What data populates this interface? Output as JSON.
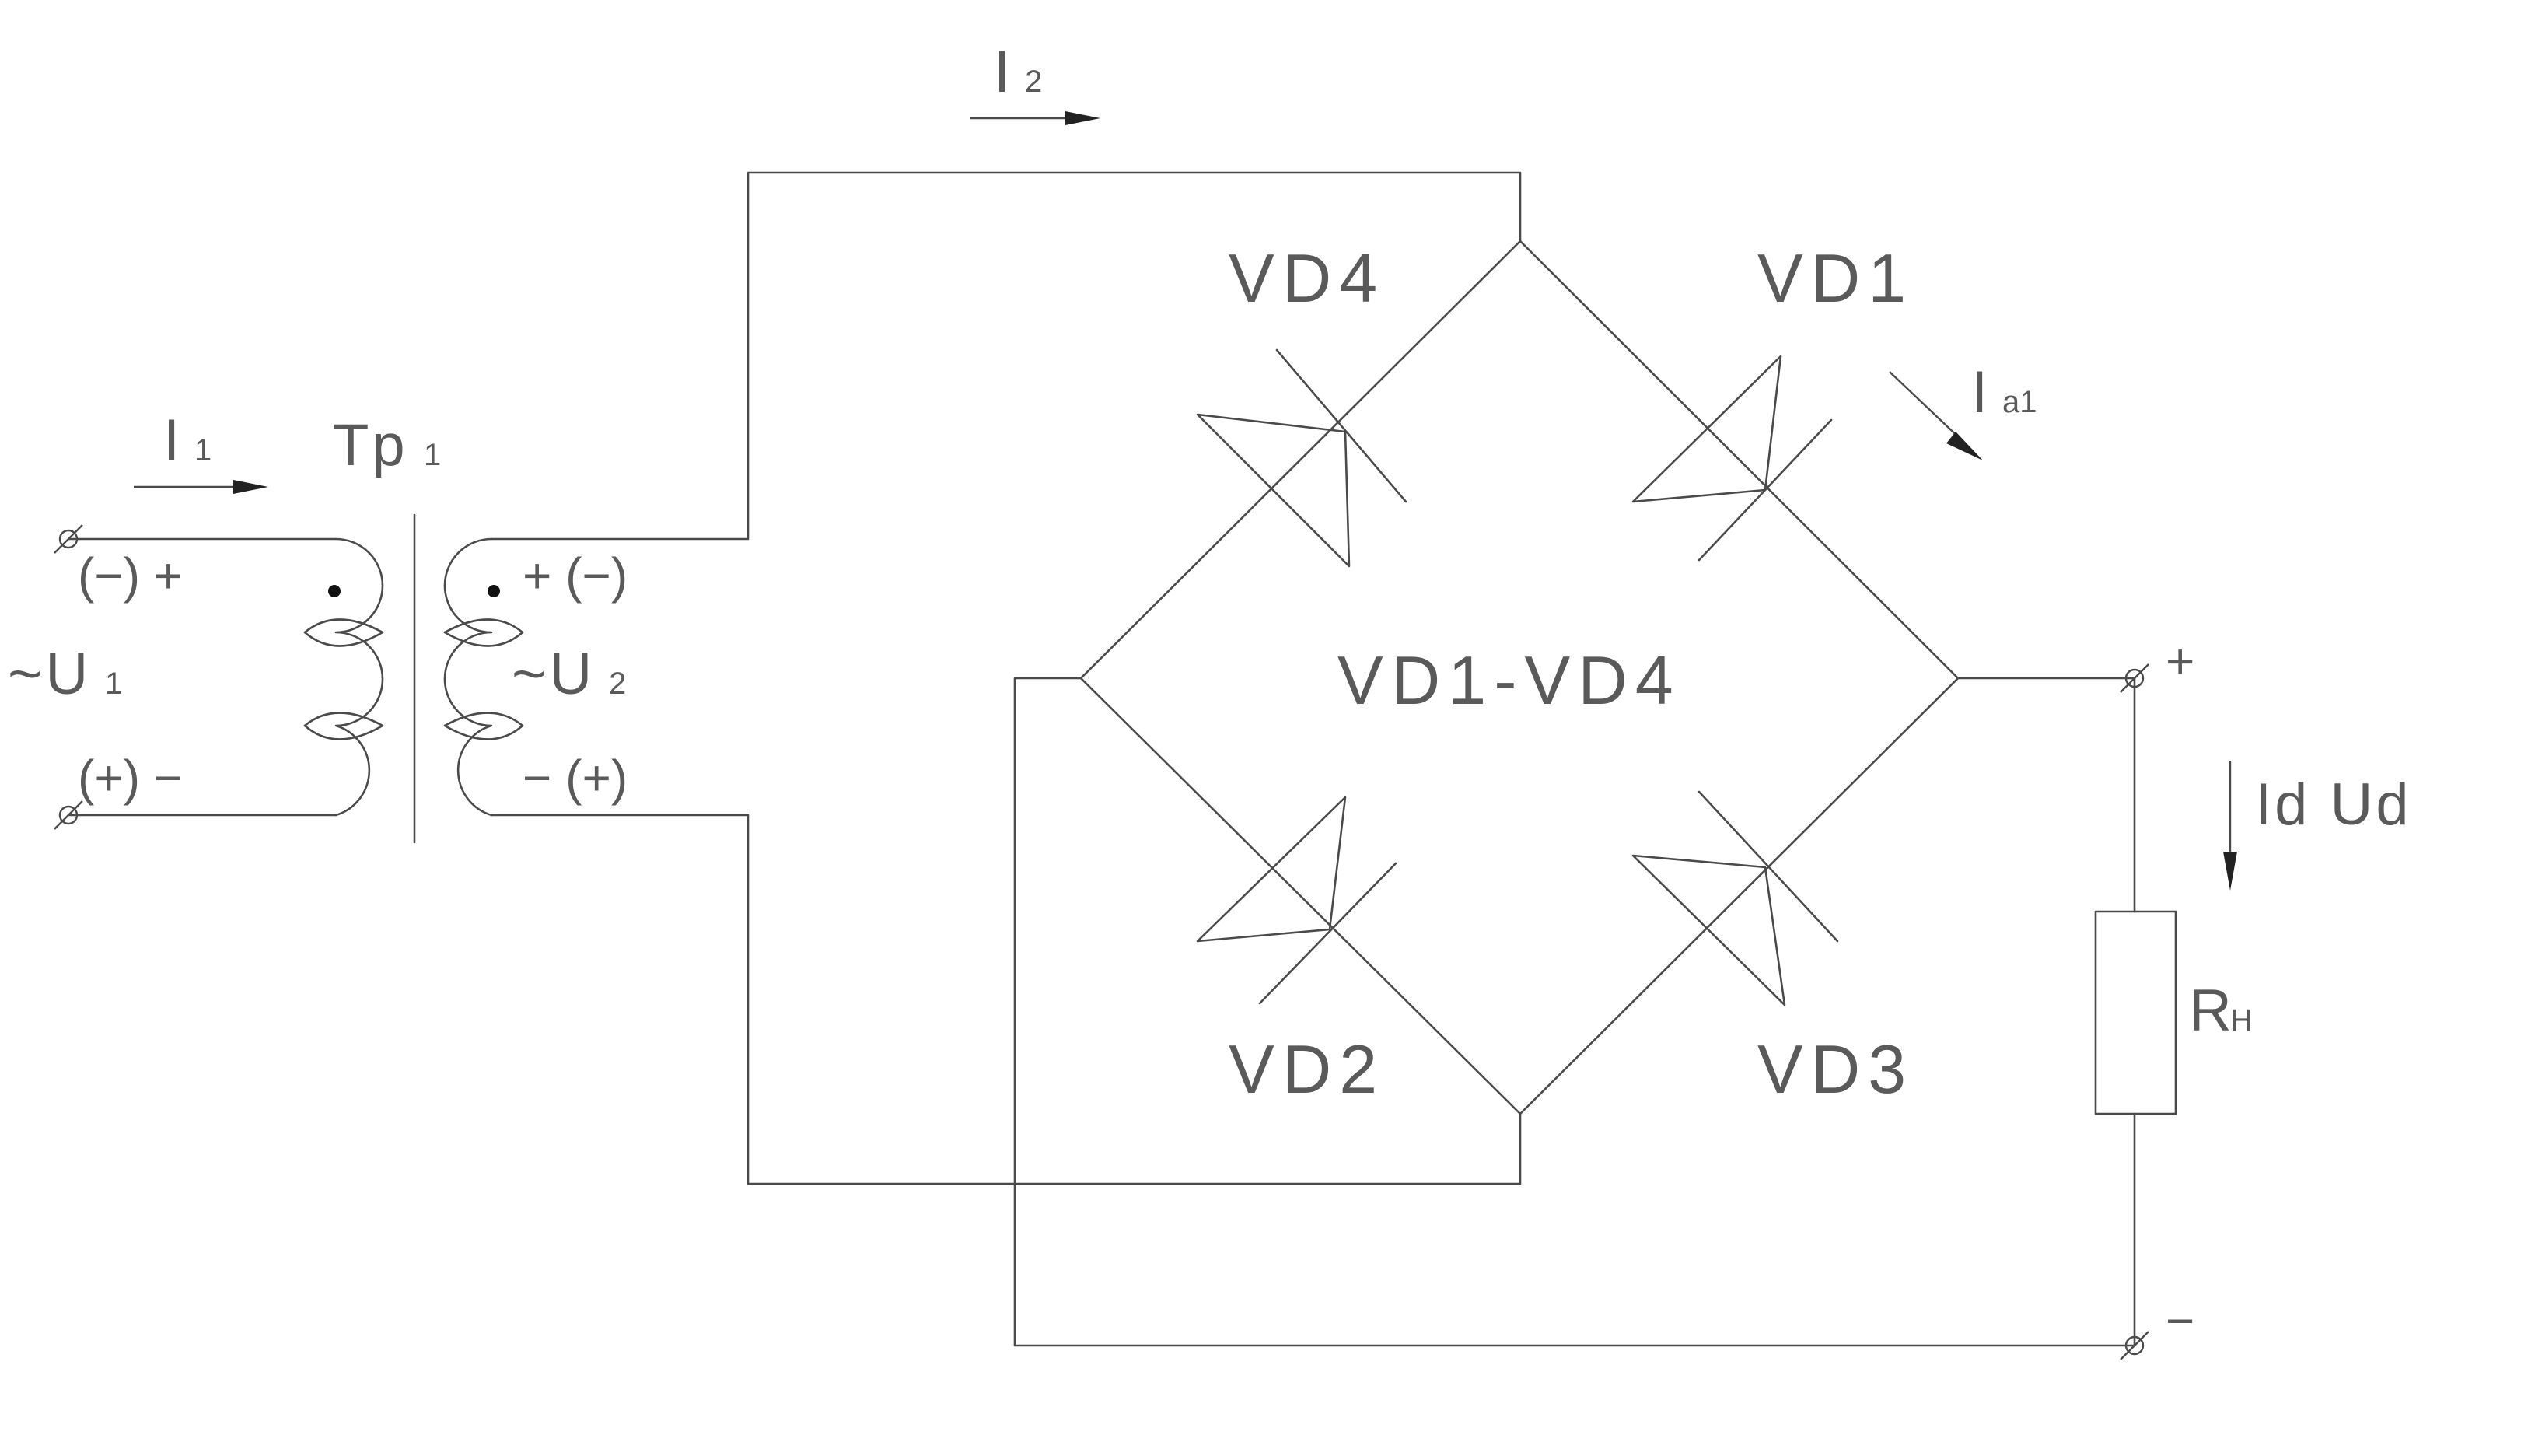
{
  "labels": {
    "i2": "I",
    "i2_sub": "2",
    "i1": "I",
    "i1_sub": "1",
    "tr1": "Tp",
    "tr1_sub": "1",
    "vd4": "VD4",
    "vd1": "VD1",
    "vd2": "VD2",
    "vd3": "VD3",
    "ia1": "I",
    "ia1_sub": "a1",
    "bridge": "VD1-VD4",
    "u1": "~U",
    "u1_sub": "1",
    "u2": "~U",
    "u2_sub": "2",
    "prim_top": "(−) +",
    "prim_bot": "(+) −",
    "sec_top": "+ (−)",
    "sec_bot": "− (+)",
    "out_plus": "+",
    "out_minus": "−",
    "id_ud": "Id Ud",
    "rh": "R",
    "rh_sub": "H"
  },
  "colors": {
    "line": "#4a4a4a",
    "text": "#5a5a5a",
    "background": "#ffffff"
  }
}
